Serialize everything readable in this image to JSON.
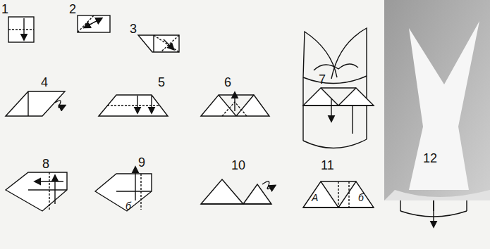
{
  "diagram": {
    "labels": [
      "1",
      "2",
      "3",
      "4",
      "5",
      "6",
      "7",
      "8",
      "9",
      "б",
      "10",
      "11",
      "A",
      "б",
      "12"
    ]
  }
}
